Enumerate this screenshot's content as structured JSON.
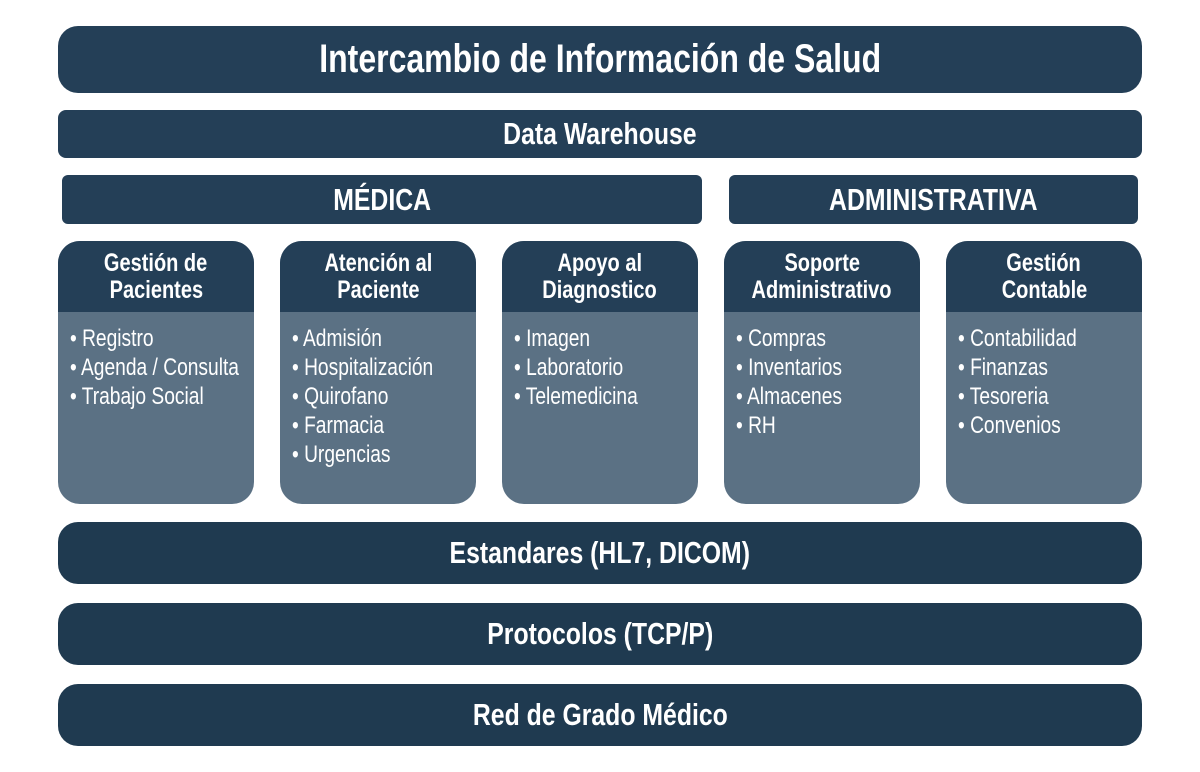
{
  "title": "Intercambio de Información de Salud",
  "data_warehouse": "Data Warehouse",
  "sections": {
    "medica": "MÉDICA",
    "administrativa": "ADMINISTRATIVA"
  },
  "modules": [
    {
      "title1": "Gestión de",
      "title2": "Pacientes",
      "items": [
        "Registro",
        "Agenda / Consulta",
        "Trabajo Social"
      ]
    },
    {
      "title1": "Atención al",
      "title2": "Paciente",
      "items": [
        "Admisión",
        "Hospitalización",
        "Quirofano",
        "Farmacia",
        "Urgencias"
      ]
    },
    {
      "title1": "Apoyo al",
      "title2": "Diagnostico",
      "items": [
        "Imagen",
        "Laboratorio",
        "Telemedicina"
      ]
    },
    {
      "title1": "Soporte",
      "title2": "Administrativo",
      "items": [
        "Compras",
        "Inventarios",
        "Almacenes",
        "RH"
      ]
    },
    {
      "title1": "Gestión",
      "title2": "Contable",
      "items": [
        "Contabilidad",
        "Finanzas",
        "Tesoreria",
        "Convenios"
      ]
    }
  ],
  "layers": {
    "standards": "Estandares (HL7, DICOM)",
    "protocols": "Protocolos (TCP/P)",
    "network": "Red de Grado Médico"
  },
  "colors": {
    "dark": "#243f57",
    "body": "#5b7184",
    "base": "#1f3a50"
  }
}
